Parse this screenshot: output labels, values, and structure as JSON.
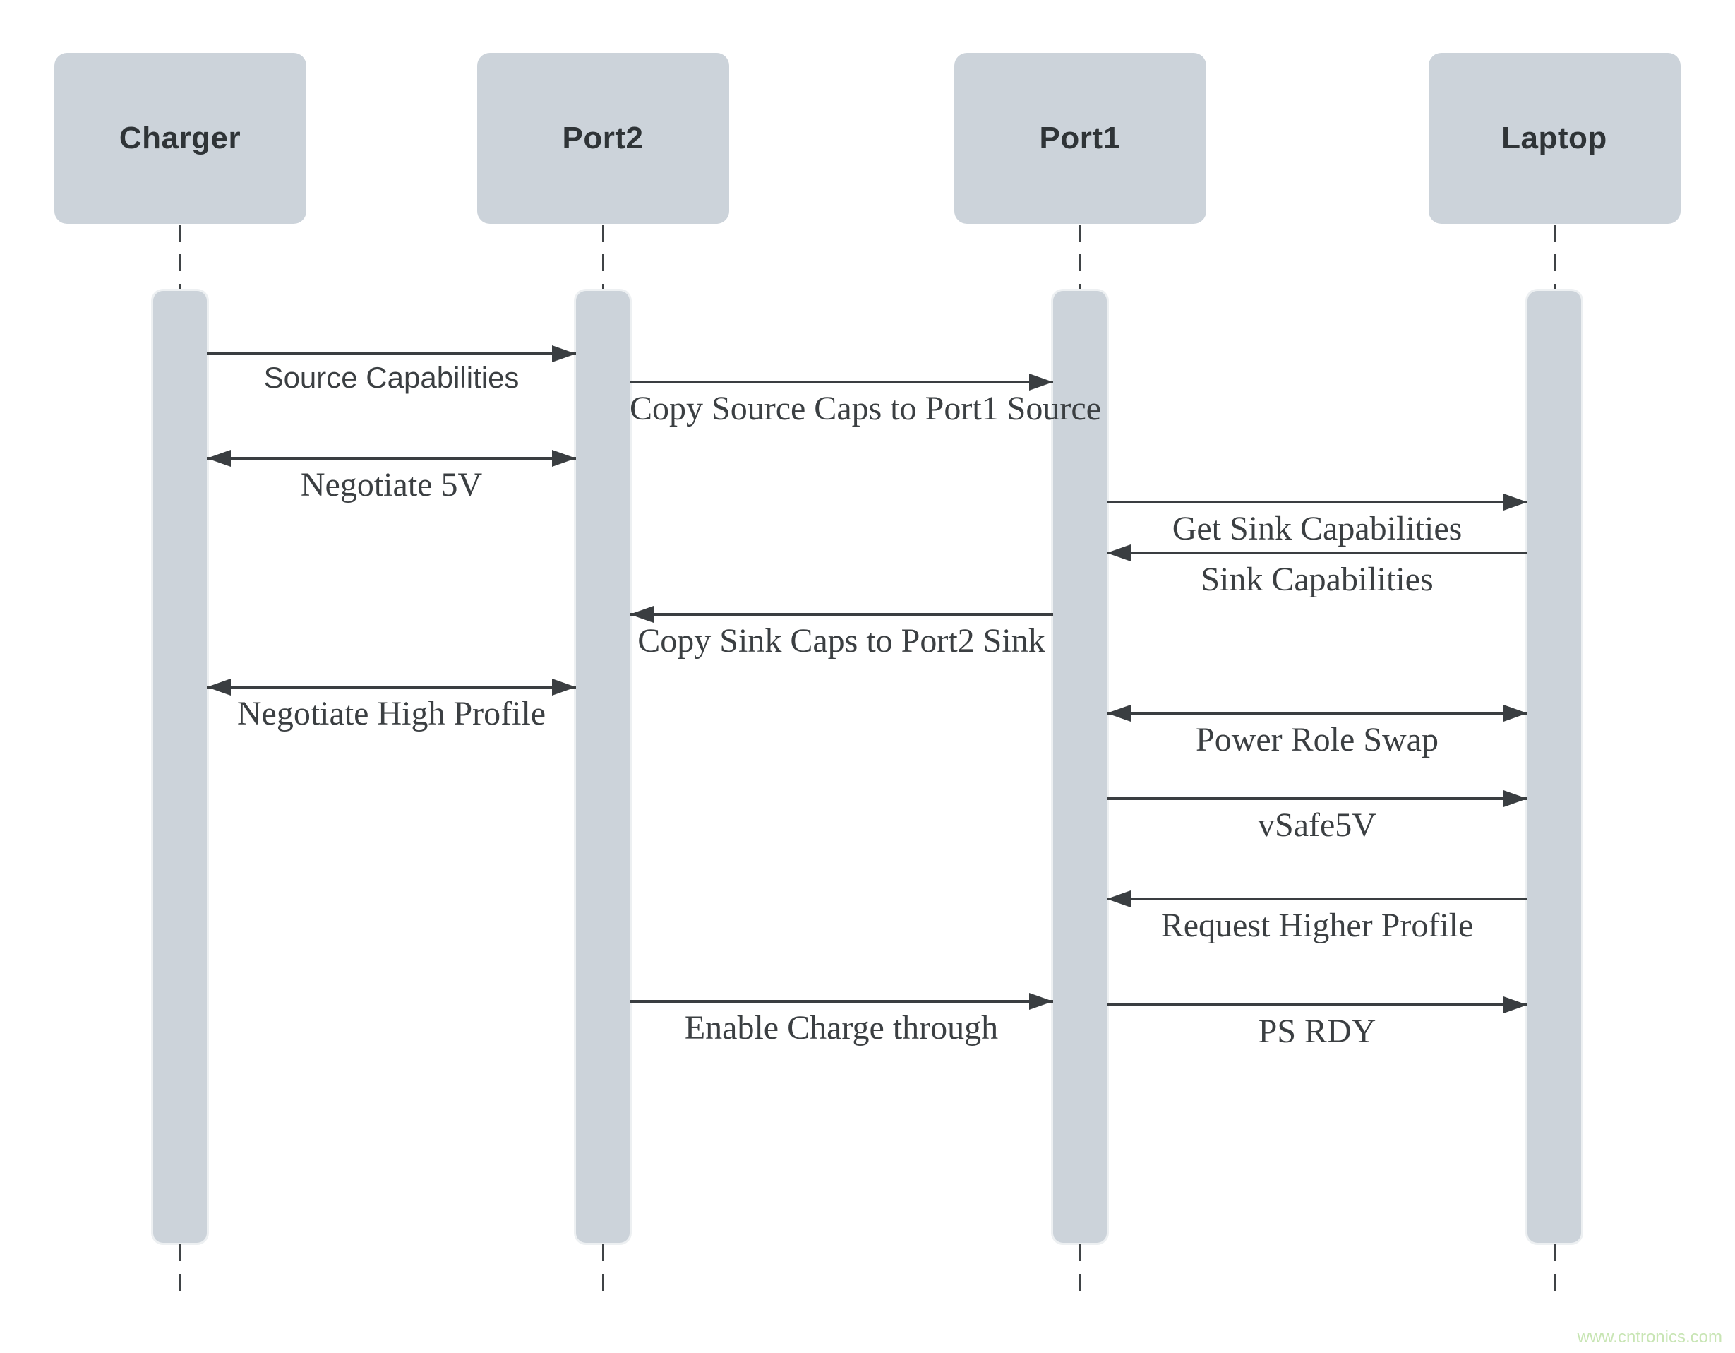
{
  "diagram": {
    "actors": [
      {
        "label": "Charger"
      },
      {
        "label": "Port2"
      },
      {
        "label": "Port1"
      },
      {
        "label": "Laptop"
      }
    ],
    "messages": [
      {
        "label": "Source Capabilities",
        "from": "Charger",
        "to": "Port2",
        "arrow": "right",
        "font": "sans"
      },
      {
        "label": "Copy Source Caps to Port1 Source",
        "from": "Port2",
        "to": "Port1",
        "arrow": "right",
        "font": "serif"
      },
      {
        "label": "Negotiate 5V",
        "from": "Charger",
        "to": "Port2",
        "arrow": "both",
        "font": "serif"
      },
      {
        "label": "Get Sink Capabilities",
        "from": "Port1",
        "to": "Laptop",
        "arrow": "right",
        "font": "serif"
      },
      {
        "label": "Sink Capabilities",
        "from": "Laptop",
        "to": "Port1",
        "arrow": "left",
        "font": "serif"
      },
      {
        "label": "Copy Sink Caps to Port2 Sink",
        "from": "Port1",
        "to": "Port2",
        "arrow": "left",
        "font": "serif"
      },
      {
        "label": "Negotiate High Profile",
        "from": "Charger",
        "to": "Port2",
        "arrow": "both",
        "font": "serif"
      },
      {
        "label": "Power Role Swap",
        "from": "Port1",
        "to": "Laptop",
        "arrow": "both",
        "font": "serif"
      },
      {
        "label": "vSafe5V",
        "from": "Port1",
        "to": "Laptop",
        "arrow": "right",
        "font": "serif"
      },
      {
        "label": "Request Higher Profile",
        "from": "Laptop",
        "to": "Port1",
        "arrow": "left",
        "font": "serif"
      },
      {
        "label": "Enable Charge through",
        "from": "Port2",
        "to": "Port1",
        "arrow": "right",
        "font": "serif"
      },
      {
        "label": "PS RDY",
        "from": "Port1",
        "to": "Laptop",
        "arrow": "right",
        "font": "serif"
      }
    ],
    "watermark": "www.cntronics.com",
    "colors": {
      "actor_fill": "#ccd3da",
      "actor_text": "#2f3437",
      "line": "#3a3e41",
      "label_text": "#3b3f42",
      "watermark": "#c8e5b4",
      "background": "#ffffff"
    }
  }
}
